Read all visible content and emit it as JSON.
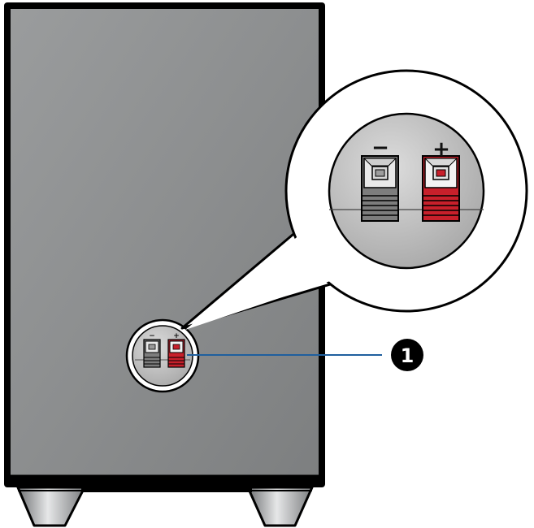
{
  "diagram": {
    "callout": {
      "number": "1",
      "label_symbol": "❶"
    },
    "terminal_labels": {
      "negative": "−",
      "positive": "+"
    },
    "colors": {
      "cabinet": "#8f9192",
      "outline": "#000000",
      "positive_terminal": "#c8202b",
      "negative_terminal": "#7d7d7d",
      "leader_line": "#1f5f9e",
      "panel": "#c8c8c8"
    },
    "icons": [
      "speaker-cabinet",
      "speaker-terminal-positive",
      "speaker-terminal-negative",
      "magnifier-callout"
    ]
  }
}
